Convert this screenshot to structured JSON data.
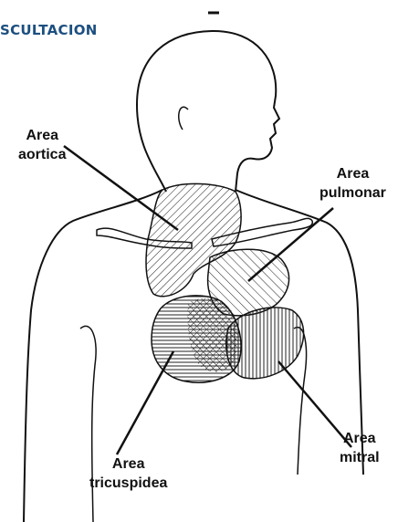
{
  "title": "SCULTACION",
  "areas": {
    "aortica": {
      "line1": "Area",
      "line2": "aortica"
    },
    "pulmonar": {
      "line1": "Area",
      "line2": "pulmonar"
    },
    "mitral": {
      "line1": "Area",
      "line2": "mitral"
    },
    "tricuspid": {
      "line1": "Area",
      "line2": "tricuspidea"
    }
  },
  "colors": {
    "title": "#1c4f80",
    "ink": "#111111"
  }
}
